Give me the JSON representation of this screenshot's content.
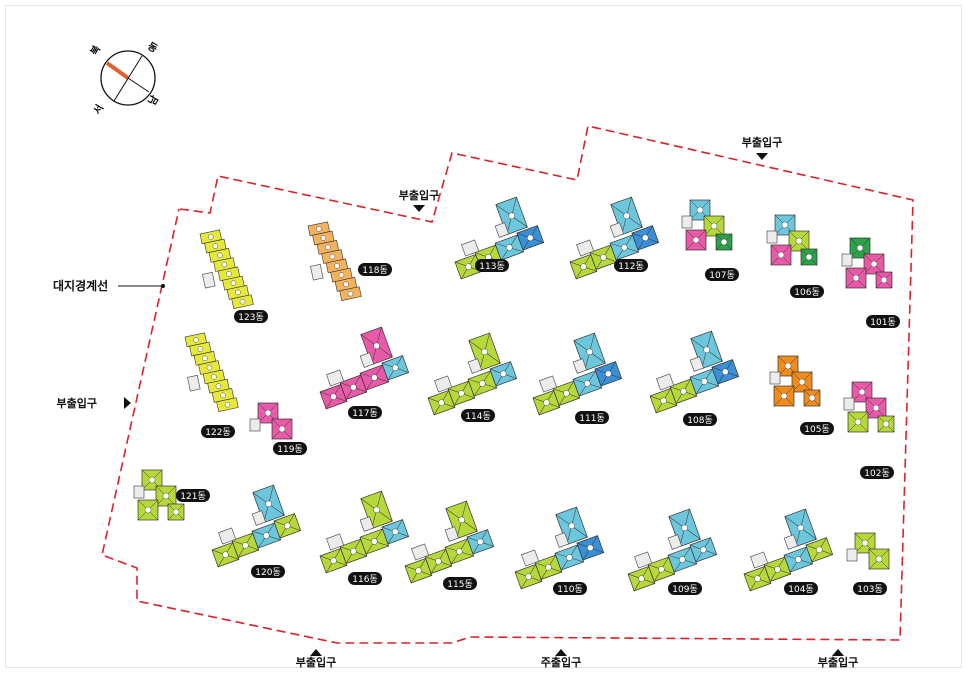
{
  "compass": {
    "north": "북",
    "east": "동",
    "south": "남",
    "west": "서"
  },
  "boundary_label": "대지경계선",
  "entrances": [
    {
      "id": "sub-top-mid",
      "label": "부출입구",
      "arrow": "down"
    },
    {
      "id": "sub-top-right",
      "label": "부출입구",
      "arrow": "down"
    },
    {
      "id": "sub-left",
      "label": "부출입구",
      "arrow": "right"
    },
    {
      "id": "sub-bottom-left",
      "label": "부출입구",
      "arrow": "up"
    },
    {
      "id": "main-bottom",
      "label": "주출입구",
      "arrow": "up"
    },
    {
      "id": "sub-bottom-right",
      "label": "부출입구",
      "arrow": "up"
    }
  ],
  "buildings": [
    {
      "label": "101동",
      "color": "#e85aa8"
    },
    {
      "label": "102동",
      "color": "#e85aa8"
    },
    {
      "label": "103동",
      "color": "#b7d83a"
    },
    {
      "label": "104동",
      "color": "#6cc6dc"
    },
    {
      "label": "105동",
      "color": "#f08c1c"
    },
    {
      "label": "106동",
      "color": "#2ca24a"
    },
    {
      "label": "107동",
      "color": "#2ca24a"
    },
    {
      "label": "108동",
      "color": "#6cc6dc"
    },
    {
      "label": "109동",
      "color": "#6cc6dc"
    },
    {
      "label": "110동",
      "color": "#6cc6dc"
    },
    {
      "label": "111동",
      "color": "#6cc6dc"
    },
    {
      "label": "112동",
      "color": "#6cc6dc"
    },
    {
      "label": "113동",
      "color": "#6cc6dc"
    },
    {
      "label": "114동",
      "color": "#6cc6dc"
    },
    {
      "label": "115동",
      "color": "#6cc6dc"
    },
    {
      "label": "116동",
      "color": "#6cc6dc"
    },
    {
      "label": "117동",
      "color": "#6cc6dc"
    },
    {
      "label": "118동",
      "color": "#f4b25c"
    },
    {
      "label": "119동",
      "color": "#e85aa8"
    },
    {
      "label": "120동",
      "color": "#6cc6dc"
    },
    {
      "label": "121동",
      "color": "#b7d83a"
    },
    {
      "label": "122동",
      "color": "#e6e83a"
    },
    {
      "label": "123동",
      "color": "#e6e83a"
    }
  ],
  "colors": {
    "boundary": "#d8232a",
    "label_bg": "#111111",
    "label_text": "#ffffff",
    "green": "#b7d83a",
    "blue": "#6cc6dc",
    "darkblue": "#3a8fd8",
    "pink": "#e85aa8",
    "dgreen": "#2ca24a",
    "orange": "#f08c1c",
    "yellow": "#e6e83a",
    "lorange": "#f4b25c"
  }
}
